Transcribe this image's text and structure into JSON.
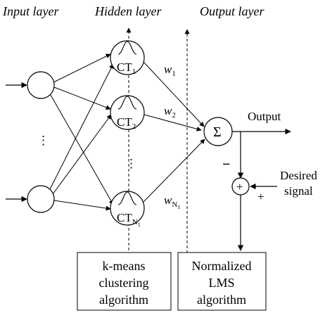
{
  "headers": {
    "input_layer": "Input layer",
    "hidden_layer": "Hidden layer",
    "output_layer": "Output layer"
  },
  "input_nodes": {
    "ellipsis": "⋮"
  },
  "hidden_nodes": [
    {
      "label": "CT",
      "subscript": "1"
    },
    {
      "label": "CT",
      "subscript": "2"
    },
    {
      "label": "CT",
      "subscript": "N",
      "sub_subscript": "1"
    }
  ],
  "hidden_ellipsis": "⋮",
  "weights": [
    {
      "label": "w",
      "subscript": "1"
    },
    {
      "label": "w",
      "subscript": "2"
    },
    {
      "label": "w",
      "subscript": "N",
      "sub_subscript": "1"
    }
  ],
  "sum_node": {
    "symbol": "Σ"
  },
  "output_label": "Output",
  "adder": {
    "symbol": "+",
    "minus_sign": "−",
    "plus_sign": "+"
  },
  "desired_signal": [
    "Desired",
    "signal"
  ],
  "boxes": {
    "kmeans": [
      "k-means",
      "clustering",
      "algorithm"
    ],
    "lms": [
      "Normalized",
      "LMS",
      "algorithm"
    ]
  }
}
